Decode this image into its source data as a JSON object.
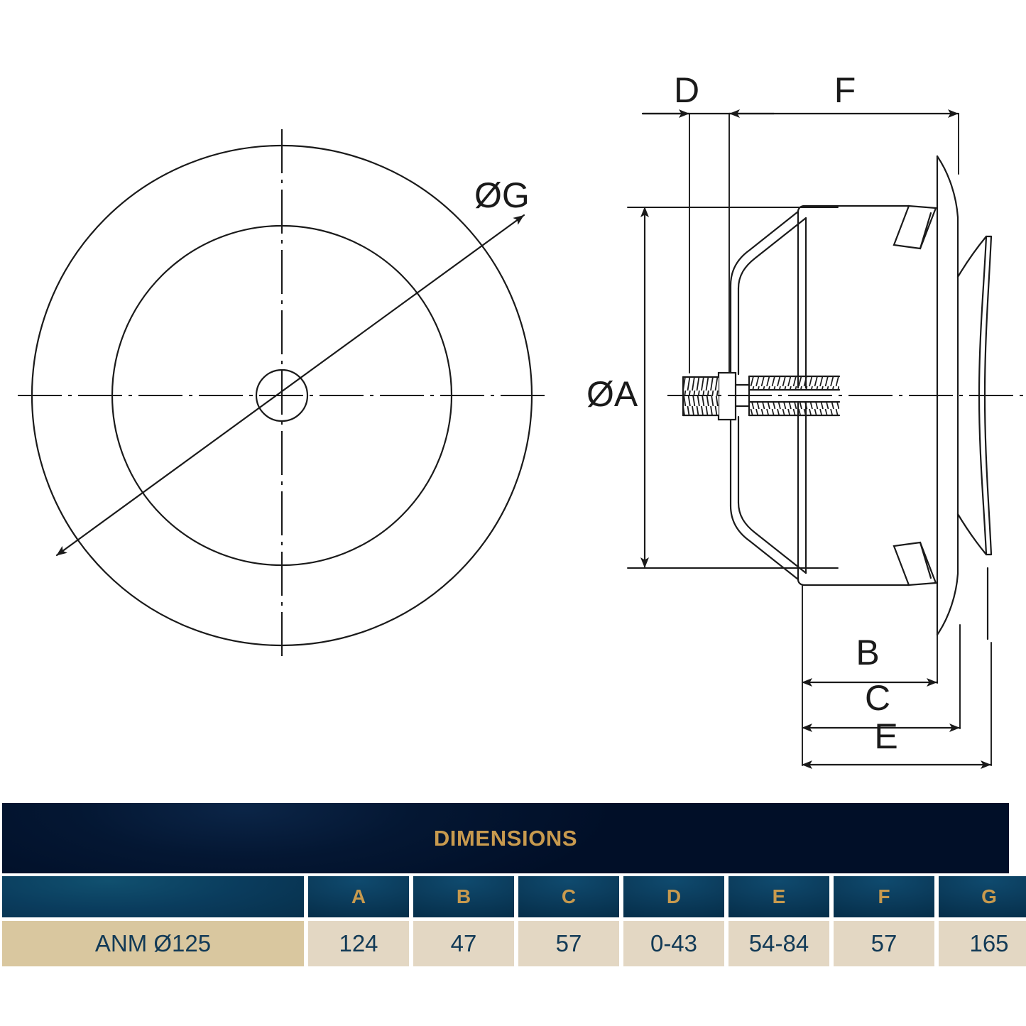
{
  "drawing": {
    "front_view": {
      "label_g": "ØG",
      "circles": [
        "outer-flange-circle",
        "inner-disc-circle",
        "center-hole-circle"
      ],
      "centerlines": [
        "horizontal-centerline",
        "vertical-centerline"
      ]
    },
    "side_view": {
      "label_a": "ØA",
      "label_b": "B",
      "label_c": "C",
      "label_d": "D",
      "label_e": "E",
      "label_f": "F"
    }
  },
  "table": {
    "title": "DIMENSIONS",
    "headers": [
      "",
      "A",
      "B",
      "C",
      "D",
      "E",
      "F",
      "G"
    ],
    "rows": [
      {
        "model": "ANM Ø125",
        "values": [
          "124",
          "47",
          "57",
          "0-43",
          "54-84",
          "57",
          "165"
        ]
      }
    ]
  },
  "colors": {
    "banner_bg": "#010f28",
    "gold": "#c89a4e",
    "header_bg": "#0b3c5c",
    "value_bg": "#e3d7c3",
    "name_bg": "#d9c79f",
    "text_navy": "#123a56",
    "line": "#1a1a1a"
  }
}
